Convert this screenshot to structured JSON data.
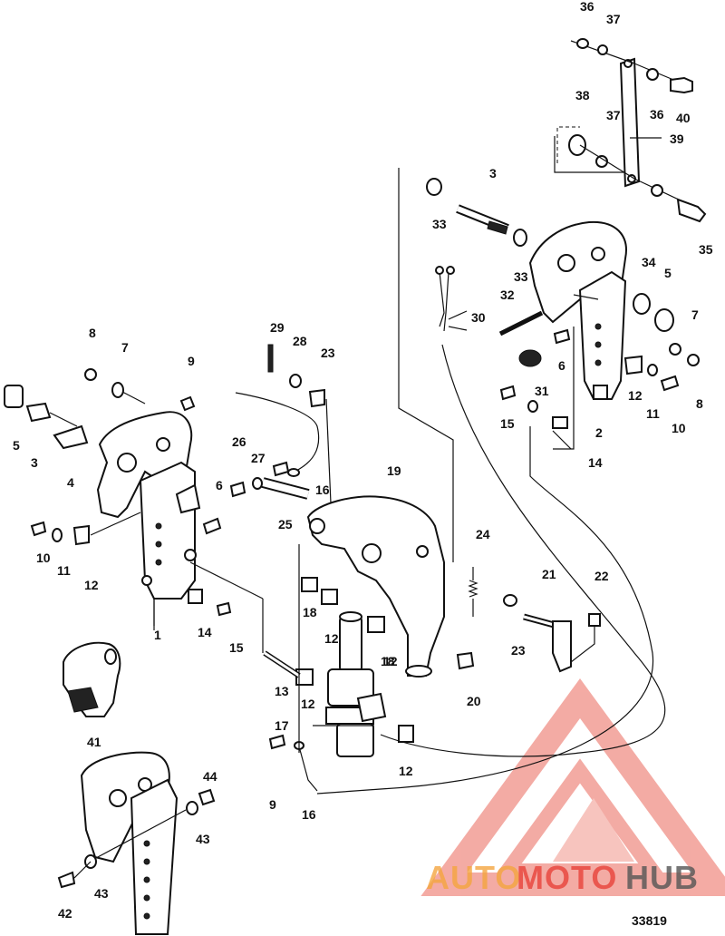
{
  "labels": [
    "1",
    "2",
    "3",
    "3",
    "4",
    "5",
    "5",
    "6",
    "6",
    "7",
    "7",
    "8",
    "8",
    "9",
    "9",
    "10",
    "10",
    "11",
    "11",
    "12",
    "12",
    "12",
    "12",
    "12",
    "12",
    "13",
    "14",
    "14",
    "15",
    "15",
    "16",
    "16",
    "17",
    "18",
    "18",
    "19",
    "20",
    "21",
    "22",
    "23",
    "23",
    "24",
    "25",
    "26",
    "27",
    "28",
    "29",
    "30",
    "31",
    "32",
    "33",
    "33",
    "34",
    "35",
    "36",
    "36",
    "37",
    "37",
    "38",
    "39",
    "40",
    "41",
    "42",
    "43",
    "43",
    "44"
  ],
  "figure_number": "33819",
  "watermark": {
    "word_auto": "AUTO",
    "word_moto": "MOTO",
    "word_hub": "HUB",
    "color_primary": "#e8433a",
    "color_accent": "#f4a640",
    "color_dark": "#555555"
  }
}
